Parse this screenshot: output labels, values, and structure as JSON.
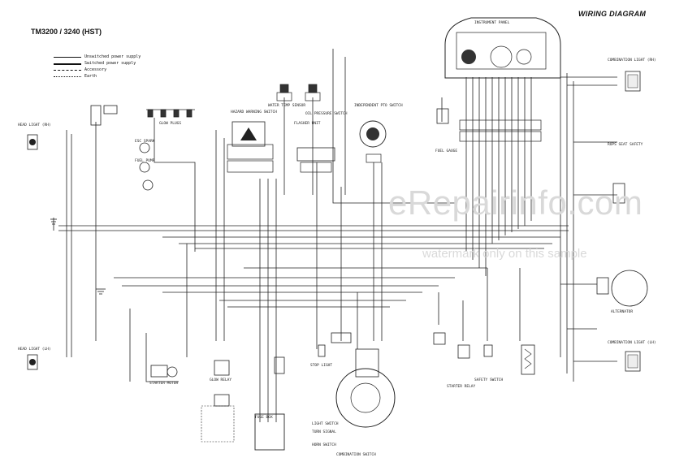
{
  "header": {
    "model_title": "TM3200 / 3240 (HST)",
    "diagram_title": "WIRING DIAGRAM"
  },
  "legend": [
    {
      "label": "Unswitched power supply",
      "style": "solid"
    },
    {
      "label": "Switched power supply",
      "style": "thick"
    },
    {
      "label": "Accessory",
      "style": "dash"
    },
    {
      "label": "Earth",
      "style": "dot"
    }
  ],
  "components": {
    "head_light_rh": "HEAD LIGHT (RH)",
    "head_light_lh": "HEAD LIGHT (LH)",
    "glow_plugs": "GLOW PLUGS",
    "hazard_warning": "HAZARD WARNING SWITCH",
    "flasher_unit": "FLASHER UNIT",
    "water_temp": "WATER TEMP SENSOR",
    "oil_pressure": "OIL PRESSURE SWITCH",
    "pto_switch": "INDEPENDENT PTO SWITCH",
    "instrument_panel": "INSTRUMENT PANEL",
    "fuel_gauge": "FUEL GAUGE",
    "combination_light_rh": "COMBINATION LIGHT (RH)",
    "combination_light_lh": "COMBINATION LIGHT (LH)",
    "rops_seat_safety": "ROPS SEAT SAFETY",
    "fuse_box": "FUSE BOX",
    "starter_motor": "STARTER MOTOR",
    "alternator": "ALTERNATOR",
    "stop_light": "STOP LIGHT",
    "starter_relay": "STARTER RELAY",
    "safety_switch": "SAFETY SWITCH",
    "combination_switch": "COMBINATION SWITCH",
    "light_switch": "LIGHT SWITCH",
    "turn_signal": "TURN SIGNAL",
    "horn_switch": "HORN SWITCH",
    "glow_relay": "GLOW RELAY",
    "fuel_pump": "FUEL PUMP",
    "esc_spark": "ESC SPARK"
  },
  "watermark": {
    "site": "eRepairinfo.com",
    "note": "watermark only on this sample"
  }
}
